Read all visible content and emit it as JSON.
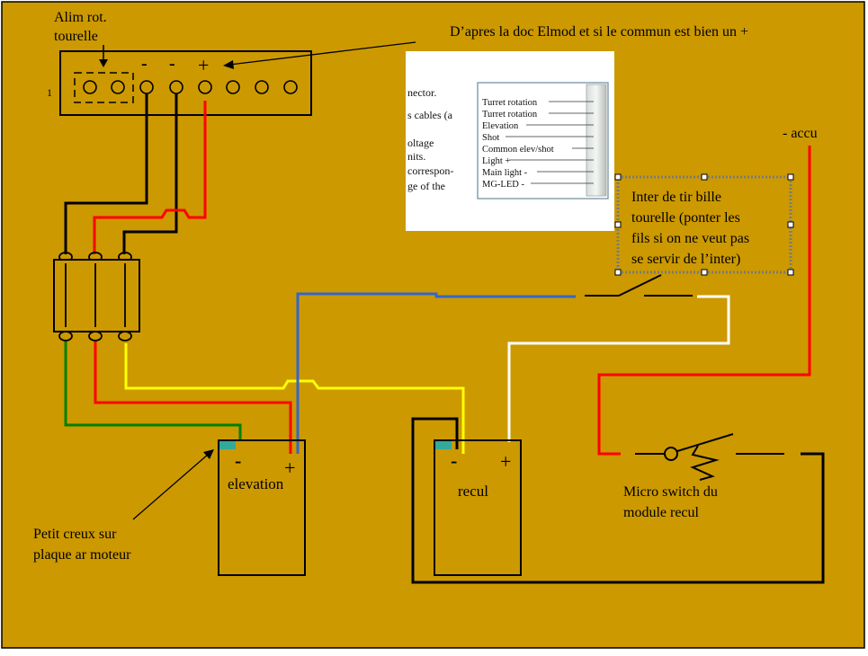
{
  "colors": {
    "background": "#cc9900",
    "wire_black": "#000000",
    "wire_red": "#ff0000",
    "wire_yellow": "#ffff00",
    "wire_white": "#ffffff",
    "wire_blue": "#3366cc",
    "wire_green": "#008000",
    "tab_teal": "#33aa99"
  },
  "labels": {
    "alim_line1": "Alim rot.",
    "alim_line2": "tourelle",
    "connector_pin1": "1",
    "connector_minus_a": "-",
    "connector_minus_b": "-",
    "connector_plus": "+",
    "doc_note": "D’apres la doc Elmod et si le commun est bien un  +",
    "accu": "- accu",
    "inter_tir": [
      "Inter de tir bille",
      "tourelle (ponter les",
      "fils si on ne veut pas",
      "se servir de l’inter)"
    ],
    "motor_elevation_minus": "-",
    "motor_elevation_plus": "+",
    "motor_elevation_name": "elevation",
    "motor_recul_minus": "-",
    "motor_recul_plus": "+",
    "motor_recul_name": "recul",
    "micro_switch": [
      "Micro switch du",
      "module recul"
    ],
    "petit_creux": [
      "Petit creux sur",
      "plaque ar moteur"
    ]
  },
  "doc_image": {
    "left_fragments": [
      "nector.",
      "s cables (a",
      "oltage",
      "nits.",
      "correspon-",
      "ge of the"
    ],
    "pin_labels": [
      "Turret rotation",
      "Turret rotation",
      "Elevation",
      "Shot",
      "Common elev/shot",
      "Light +",
      "Main light -",
      "MG-LED -"
    ]
  }
}
